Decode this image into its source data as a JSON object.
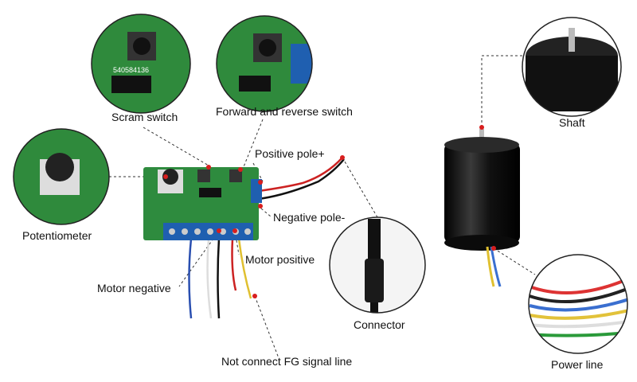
{
  "labels": {
    "scram_switch": "Scram switch",
    "forward_reverse_switch": "Forward and reverse switch",
    "positive_pole": "Positive pole+",
    "negative_pole": "Negative pole-",
    "potentiometer": "Potentiometer",
    "motor_positive": "Motor positive",
    "motor_negative": "Motor negative",
    "connector": "Connector",
    "fg_signal_line": "Not connect FG signal line",
    "shaft": "Shaft",
    "power_line": "Power line"
  },
  "colors": {
    "pcb_green": "#2e8b3e",
    "terminal_blue": "#1f5fb0",
    "marker_red": "#d81e1e",
    "motor_black": "#151515"
  }
}
